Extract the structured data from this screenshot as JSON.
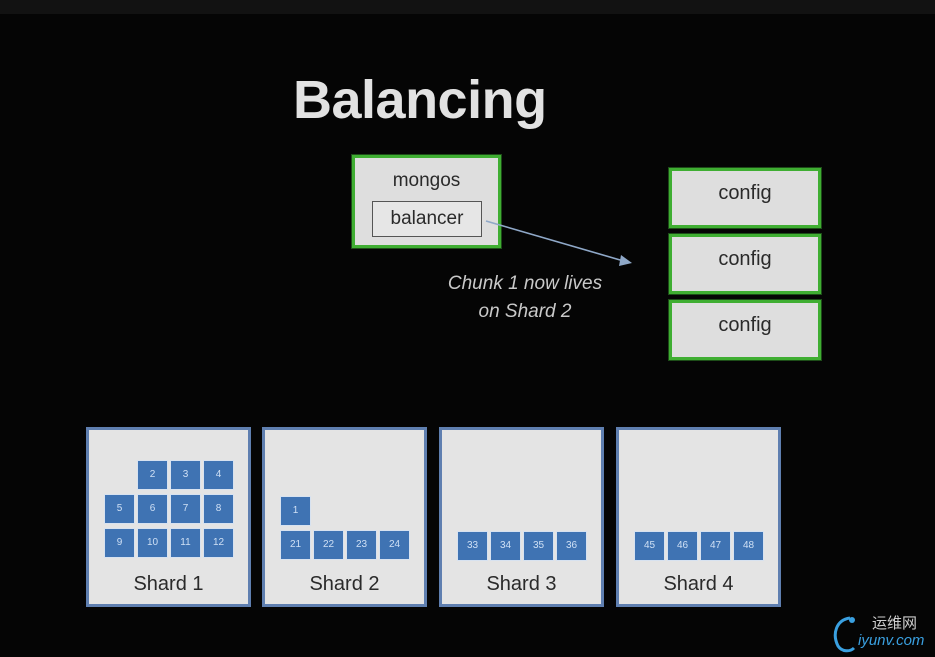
{
  "title": "Balancing",
  "mongos": {
    "label": "mongos",
    "balancer_label": "balancer"
  },
  "config_servers": [
    {
      "label": "config"
    },
    {
      "label": "config"
    },
    {
      "label": "config"
    }
  ],
  "annotation": {
    "line1": "Chunk 1 now lives",
    "line2": "on Shard 2"
  },
  "shards": [
    {
      "label": "Shard 1",
      "rows": [
        [
          "2",
          "3",
          "4"
        ],
        [
          "5",
          "6",
          "7",
          "8"
        ],
        [
          "9",
          "10",
          "11",
          "12"
        ]
      ]
    },
    {
      "label": "Shard 2",
      "rows": [
        [
          "1"
        ],
        [
          "21",
          "22",
          "23",
          "24"
        ]
      ]
    },
    {
      "label": "Shard 3",
      "rows": [
        [
          "33",
          "34",
          "35",
          "36"
        ]
      ]
    },
    {
      "label": "Shard 4",
      "rows": [
        [
          "45",
          "46",
          "47",
          "48"
        ]
      ]
    }
  ],
  "watermark": {
    "cn": "运维网",
    "en": "iyunv.com"
  },
  "colors": {
    "background": "#050505",
    "server_border": "#3fae32",
    "shard_border": "#5f7fb0",
    "chunk_fill": "#3f73b3"
  }
}
